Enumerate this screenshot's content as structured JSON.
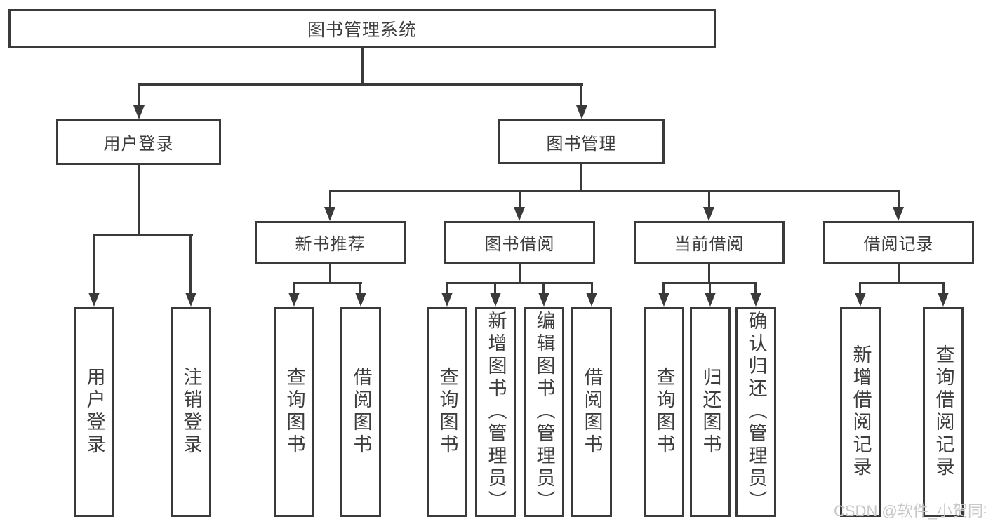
{
  "nodes": {
    "root": "图书管理系统",
    "user_login": "用户登录",
    "book_mgmt": "图书管理",
    "new_books": "新书推荐",
    "book_borrow": "图书借阅",
    "current_borrow": "当前借阅",
    "borrow_records": "借阅记录",
    "g1_login": "用户登录",
    "g1_logout": "注销登录",
    "g2_query": "查询图书",
    "g2_borrow": "借阅图书",
    "g3_query": "查询图书",
    "g3_add": "新增图书（管理员）",
    "g3_edit": "编辑图书（管理员）",
    "g3_borrow": "借阅图书",
    "g4_query": "查询图书",
    "g4_return": "归还图书",
    "g4_confirm": "确认归还（管理员）",
    "g5_add": "新增借阅记录",
    "g5_query": "查询借阅记录"
  },
  "watermark": "CSDN @软件_小贺同学",
  "colors": {
    "line": "#3a3a3a",
    "text": "#3d3d3d",
    "watermark": "#c8c8c8",
    "background": "#ffffff"
  }
}
